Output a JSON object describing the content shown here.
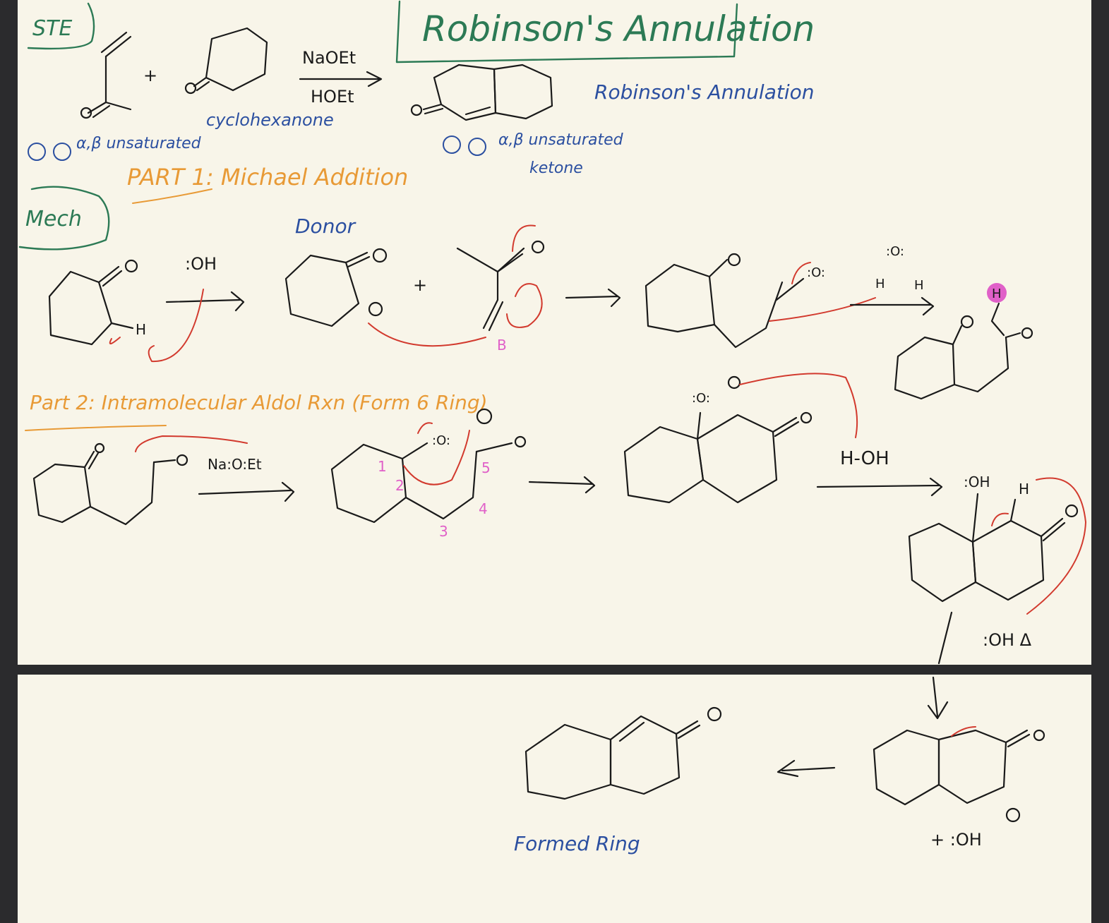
{
  "labels": {
    "ste": "STE",
    "title": "Robinson's Annulation",
    "title_note": "Robinson's Annulation",
    "reagent_top": "NaOEt",
    "reagent_bottom": "HOEt",
    "cyclohexanone": "cyclohexanone",
    "plus": "+",
    "ab_unsat_left": "α,β unsaturated",
    "ab_unsat_right": "α,β unsaturated",
    "ketone": "ketone",
    "part1": "PART 1: Michael Addition",
    "mech": "Mech",
    "donor": "Donor",
    "oh_minus": ":OH",
    "part2": "Part 2: Intramolecular Aldol Rxn (Form 6 Ring)",
    "naoet": "Na:O:Et",
    "h_oh": "H-OH",
    "oh_delta": ":OH Δ",
    "formed_ring": "Formed Ring",
    "hydroxide": "+ :OH"
  },
  "colors": {
    "paper": "#f8f5e9",
    "ink": "#1a1a1a",
    "arrows": "#d23a2e",
    "headings": "#2c7a55",
    "parts": "#e89a36",
    "numbering": "#e060c8",
    "notes": "#2b4fa0"
  }
}
